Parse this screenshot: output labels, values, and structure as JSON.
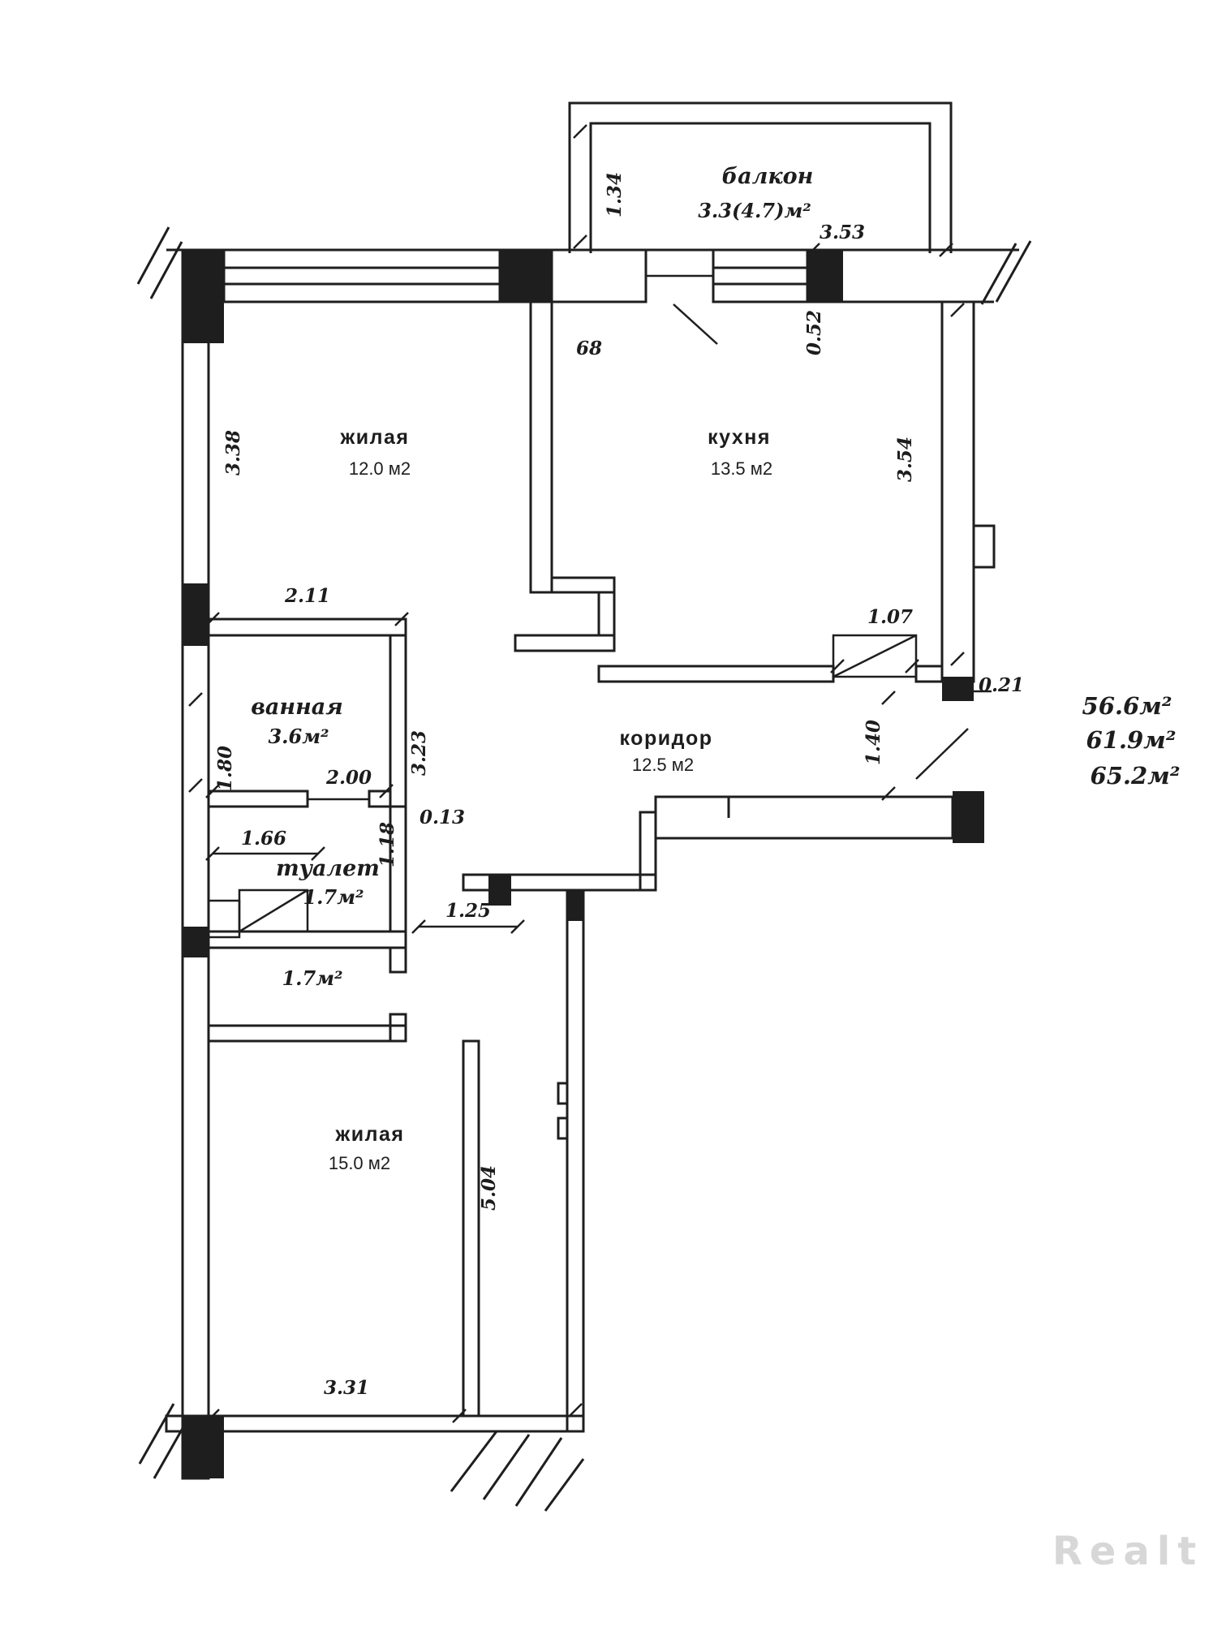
{
  "colors": {
    "ink": "#1e1e1e",
    "watermark_gray": "#d7d7d7",
    "background": "#ffffff"
  },
  "rooms": [
    {
      "name": "балкон",
      "area": "3.3(4.7)м²"
    },
    {
      "name": "жилая",
      "area": "12.0 м2"
    },
    {
      "name": "кухня",
      "area": "13.5 м2"
    },
    {
      "name": "ванная",
      "area": "3.6м²"
    },
    {
      "name": "коридор",
      "area": "12.5 м2"
    },
    {
      "name": "туалет",
      "area": "1.7м²"
    },
    {
      "area": "1.7м²"
    },
    {
      "name": "жилая",
      "area": "15.0 м2"
    }
  ],
  "dimensions": {
    "balcony_depth": "1.34",
    "balcony_width": "3.53",
    "balcony_pier": "0.52",
    "balcony_door": "68",
    "living1_height": "3.38",
    "living1_width": "2.11",
    "kitchen_height": "3.54",
    "kitchen_door": "1.07",
    "bathroom_height": "1.80",
    "bathroom_width": "2.00",
    "bathroom_wall": "3.23",
    "bathroom_offset": "0.13",
    "toilet_width": "1.66",
    "toilet_wall": "1.18",
    "entry_width": "1.40",
    "entry_jog": "0.21",
    "corridor_width": "1.25",
    "corridor_length": "5.04",
    "living2_width": "3.31"
  },
  "totals": [
    "56.6м²",
    "61.9м²",
    "65.2м²"
  ],
  "watermark": "Realt"
}
